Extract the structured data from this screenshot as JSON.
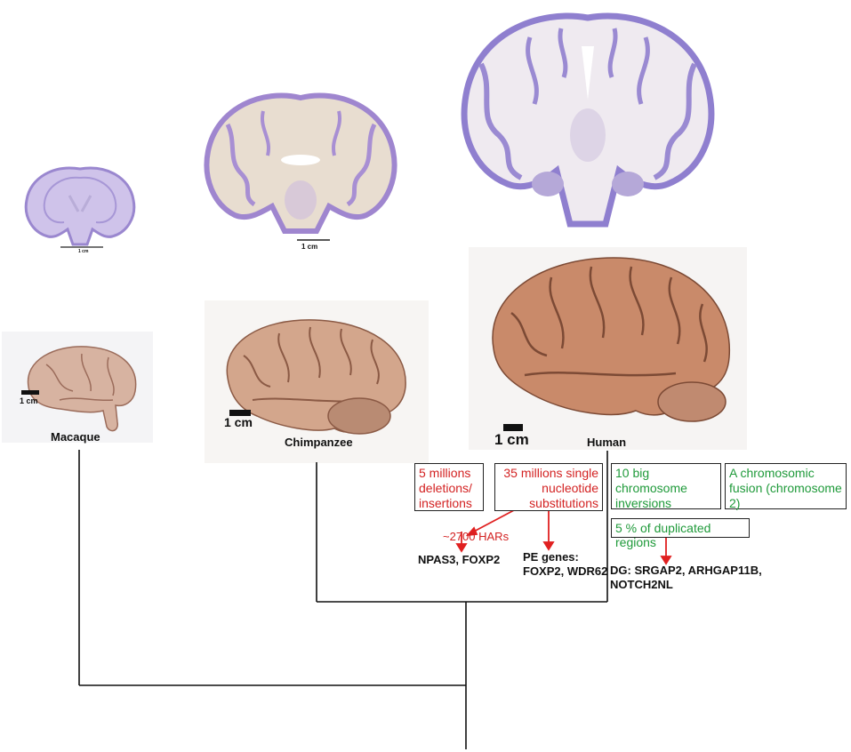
{
  "species": {
    "macaque": "Macaque",
    "chimpanzee": "Chimpanzee",
    "human": "Human"
  },
  "scales": {
    "section_small": "1 cm",
    "section_chimp": "1 cm",
    "macaque_brain": "1 cm",
    "chimp_brain": "1 cm",
    "human_brain": "1 cm"
  },
  "boxes": {
    "indels": "5 millions deletions/ insertions",
    "snps": "35 millions single nucleotide substitutions",
    "inversions": "10 big chromosome inversions",
    "fusion": "A chromosomic fusion (chromosome 2)",
    "duplications": "5 % of duplicated regions"
  },
  "annotations": {
    "hars": "~2700 HARs",
    "har_genes": "NPAS3, FOXP2",
    "pe_genes_line1": "PE genes:",
    "pe_genes_line2": "FOXP2, WDR62",
    "dg_line1": "DG: SRGAP2, ARHGAP11B,",
    "dg_line2": "NOTCH2NL"
  },
  "colors": {
    "section_purple": "#8a78c4",
    "brain_tan": "#c9957a",
    "human_brain": "#c27f5f",
    "red_text": "#d32222",
    "green_text": "#1f9a3a",
    "arrow_red": "#e02020"
  }
}
